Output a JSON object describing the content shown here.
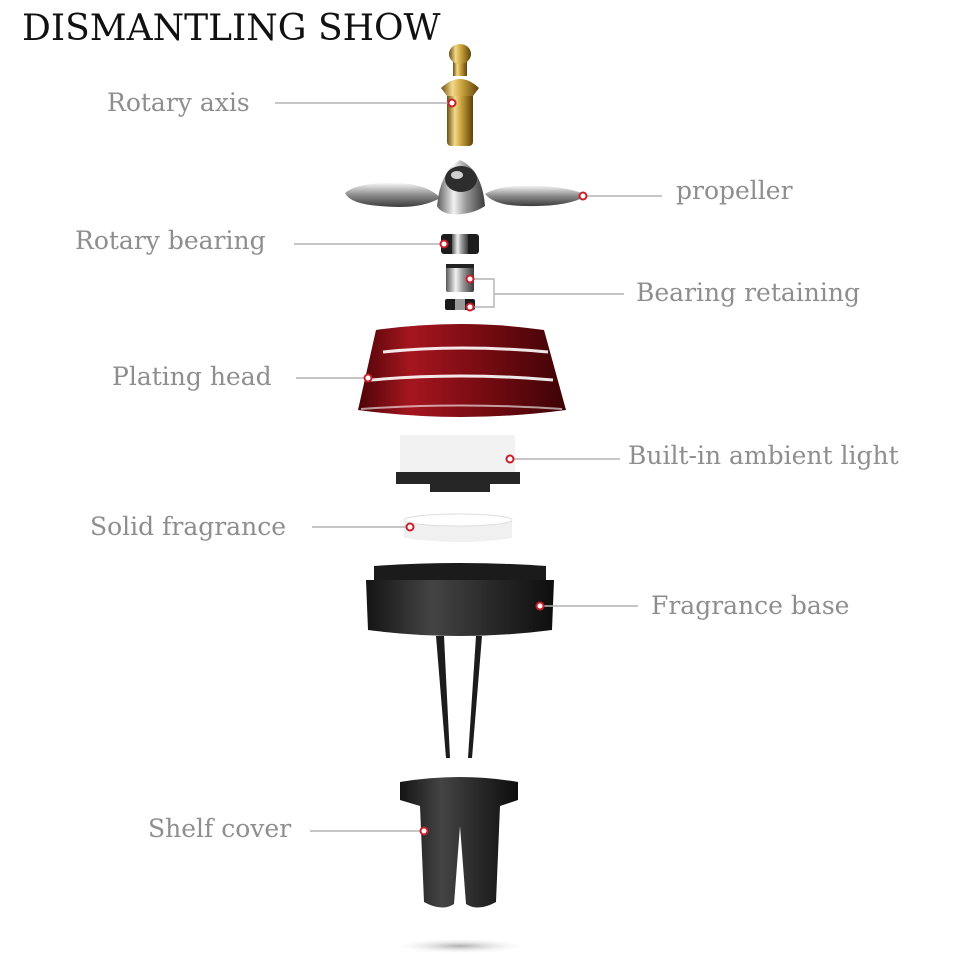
{
  "title": "DISMANTLING SHOW",
  "labels": {
    "rotary_axis": "Rotary axis",
    "propeller": "propeller",
    "rotary_bearing": "Rotary bearing",
    "bearing_retaining": "Bearing retaining",
    "plating_head": "Plating head",
    "ambient_light": "Built-in ambient light",
    "solid_fragrance": "Solid fragrance",
    "fragrance_base": "Fragrance base",
    "shelf_cover": "Shelf cover"
  },
  "colors": {
    "title": "#111111",
    "label_text": "#8e8e8e",
    "leader_line": "#b4b4b4",
    "marker": "#c8202a",
    "plating_red": "#8e0f16",
    "gold": "#c9a23c",
    "base_black": "#2b2b2b"
  }
}
